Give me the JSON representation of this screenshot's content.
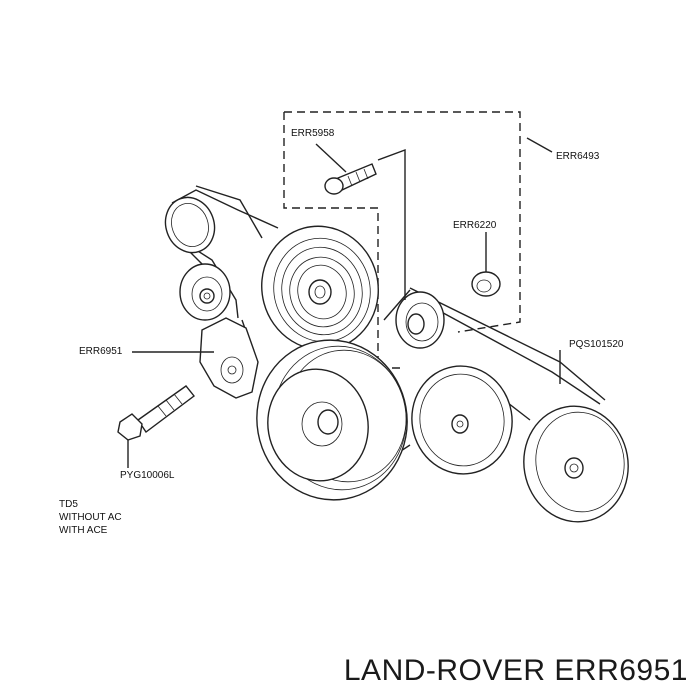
{
  "labels": {
    "err5958": "ERR5958",
    "err6493": "ERR6493",
    "err6220": "ERR6220",
    "pqs101520": "PQS101520",
    "err6951": "ERR6951",
    "pyg10006l": "PYG10006L"
  },
  "notes": [
    "TD5",
    "WITHOUT AC",
    "WITH ACE"
  ],
  "caption": "LAND-ROVER ERR6951"
}
